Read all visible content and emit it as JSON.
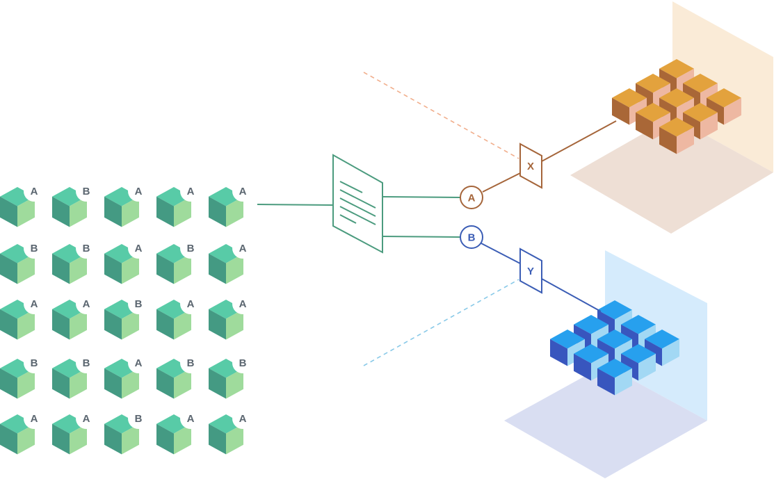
{
  "colors": {
    "green_top": "#58CBA7",
    "green_left": "#449A83",
    "green_right": "#9FDB9C",
    "router": "#4B9B7E",
    "orange": "#A5653A",
    "peach_dashed": "#F1AE8C",
    "orange_top": "#E3A23D",
    "orange_left": "#A96737",
    "orange_right": "#EEB8A2",
    "orange_wall": "#FAEBD7",
    "orange_floor": "#EEDFD5",
    "blue": "#3B5DB5",
    "light_blue_dashed": "#88C9E8",
    "blue_top": "#27A0EE",
    "blue_left": "#3856BE",
    "blue_right": "#A2D8F4",
    "blue_wall": "#D5EBFC",
    "blue_floor": "#D9DEF2",
    "tag_text": "#5B6670"
  },
  "items": {
    "rows": [
      [
        "A",
        "B",
        "A",
        "A",
        "A"
      ],
      [
        "B",
        "B",
        "A",
        "B",
        "A"
      ],
      [
        "A",
        "A",
        "B",
        "A",
        "A"
      ],
      [
        "B",
        "B",
        "A",
        "B",
        "B"
      ],
      [
        "A",
        "A",
        "B",
        "A",
        "A"
      ]
    ]
  },
  "router": {
    "icon": "document-icon"
  },
  "nodes": {
    "a": {
      "label": "A",
      "icon": "circle-node"
    },
    "b": {
      "label": "B",
      "icon": "circle-node"
    }
  },
  "filters": {
    "x": {
      "label": "X",
      "icon": "trapezoid-filter"
    },
    "y": {
      "label": "Y",
      "icon": "trapezoid-filter"
    }
  },
  "clusters": {
    "orange": {
      "cube_count": 9
    },
    "blue": {
      "cube_count": 9
    }
  }
}
